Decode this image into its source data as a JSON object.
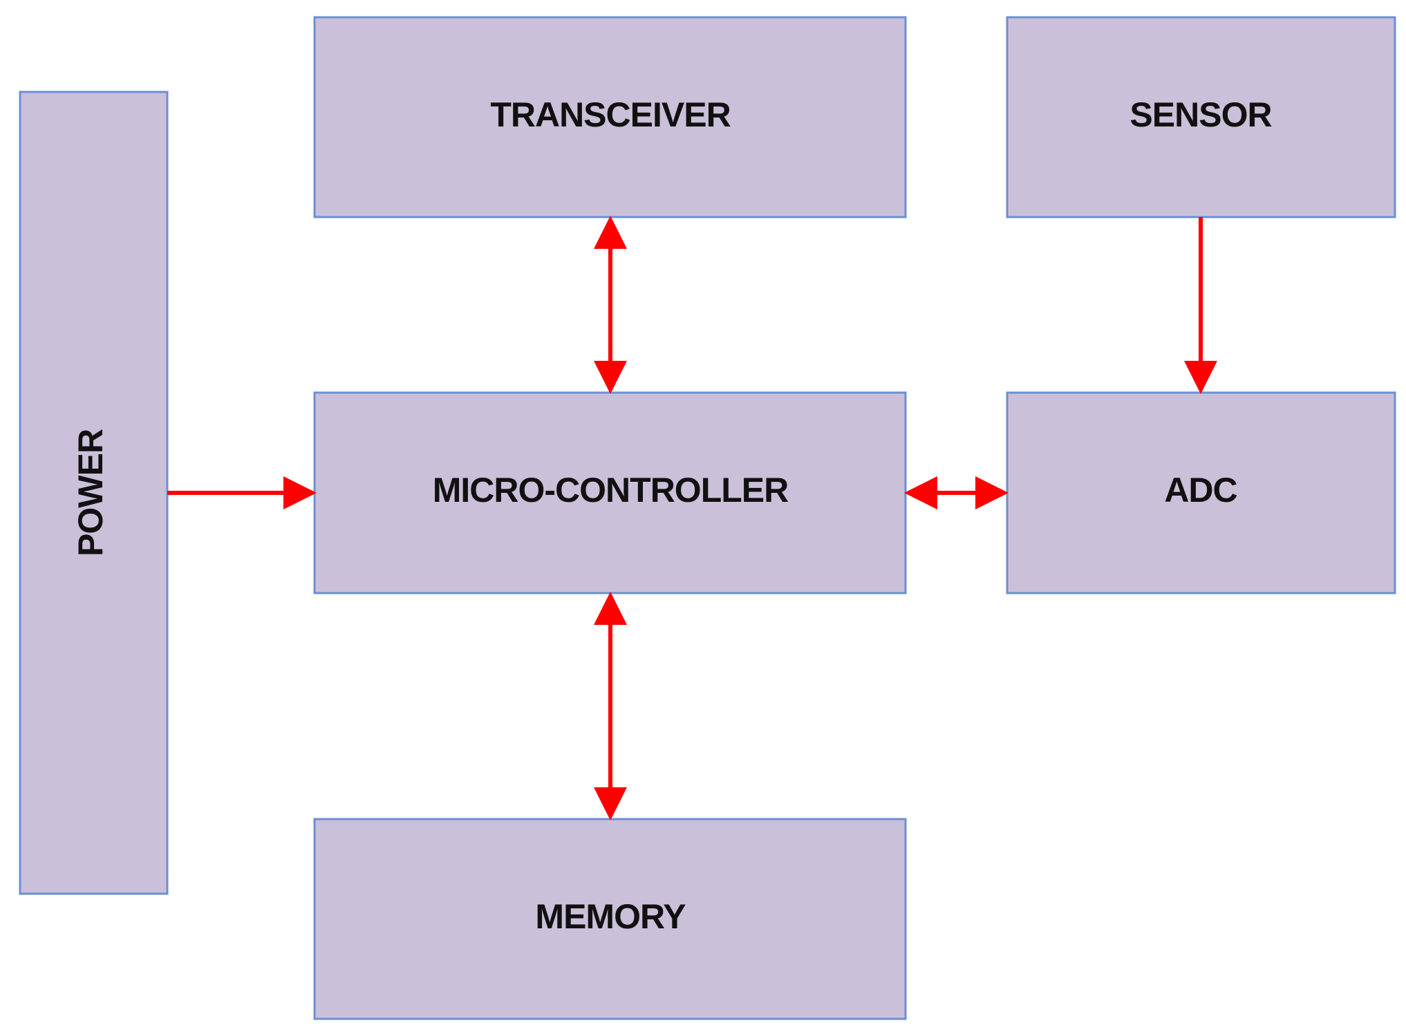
{
  "diagram": {
    "accent_color": "#ff0000",
    "block_fill": "#cbc0d9",
    "block_border": "#6b8fd4",
    "blocks": {
      "power": "POWER",
      "transceiver": "TRANSCEIVER",
      "sensor": "SENSOR",
      "microcontroller": "MICRO-CONTROLLER",
      "adc": "ADC",
      "memory": "MEMORY"
    },
    "connections": [
      {
        "from": "POWER",
        "to": "MICRO-CONTROLLER",
        "direction": "one-way"
      },
      {
        "from": "TRANSCEIVER",
        "to": "MICRO-CONTROLLER",
        "direction": "two-way"
      },
      {
        "from": "SENSOR",
        "to": "ADC",
        "direction": "one-way"
      },
      {
        "from": "MICRO-CONTROLLER",
        "to": "ADC",
        "direction": "two-way"
      },
      {
        "from": "MICRO-CONTROLLER",
        "to": "MEMORY",
        "direction": "two-way"
      }
    ]
  }
}
